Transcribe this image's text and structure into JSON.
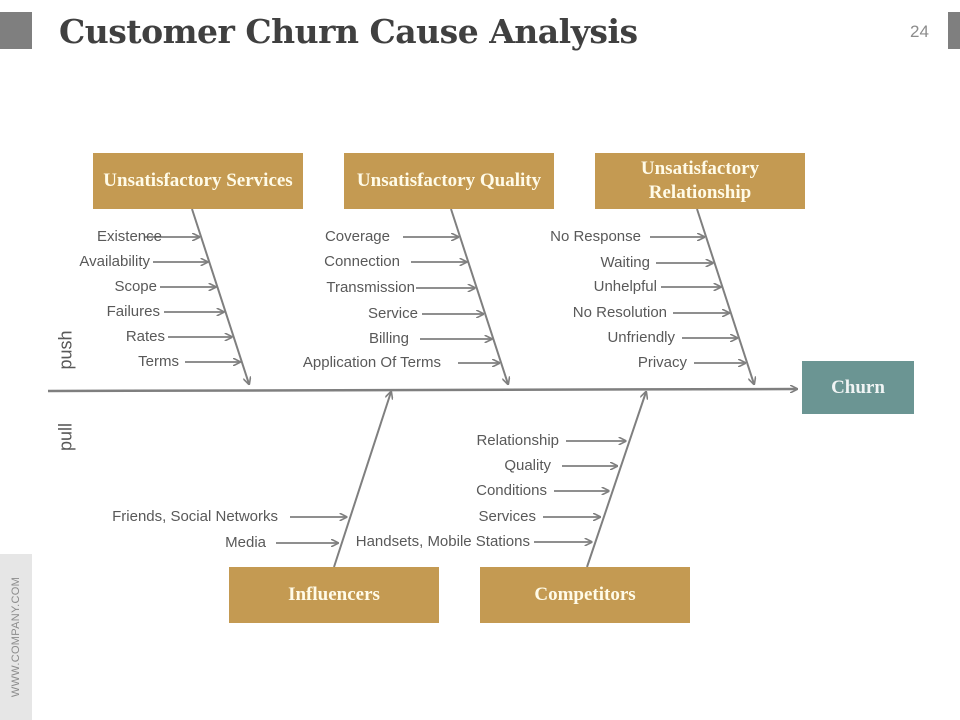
{
  "slide": {
    "title": "Customer Churn Cause Analysis",
    "page_number": "24",
    "side_text": "WWW.COMPANY.COM"
  },
  "diagram": {
    "type": "fishbone",
    "effect": "Churn",
    "axis_labels": {
      "top": "push",
      "bottom": "pull"
    },
    "colors": {
      "category_box": "#c49a52",
      "effect_box": "#6b9593",
      "lines": "#7f7f7f",
      "text": "#595959"
    },
    "top_categories": [
      {
        "label": "Unsatisfactory Services",
        "causes": [
          "Existence",
          "Availability",
          "Scope",
          "Failures",
          "Rates",
          "Terms"
        ]
      },
      {
        "label": "Unsatisfactory Quality",
        "causes": [
          "Coverage",
          "Connection",
          "Transmission",
          "Service",
          "Billing",
          "Application Of Terms"
        ]
      },
      {
        "label": "Unsatisfactory Relationship",
        "causes": [
          "No Response",
          "Waiting",
          "Unhelpful",
          "No Resolution",
          "Unfriendly",
          "Privacy"
        ]
      }
    ],
    "bottom_categories": [
      {
        "label": "Influencers",
        "causes": [
          "Friends, Social Networks",
          "Media"
        ]
      },
      {
        "label": "Competitors",
        "causes": [
          "Relationship",
          "Quality",
          "Conditions",
          "Services",
          "Handsets, Mobile Stations"
        ]
      }
    ]
  }
}
